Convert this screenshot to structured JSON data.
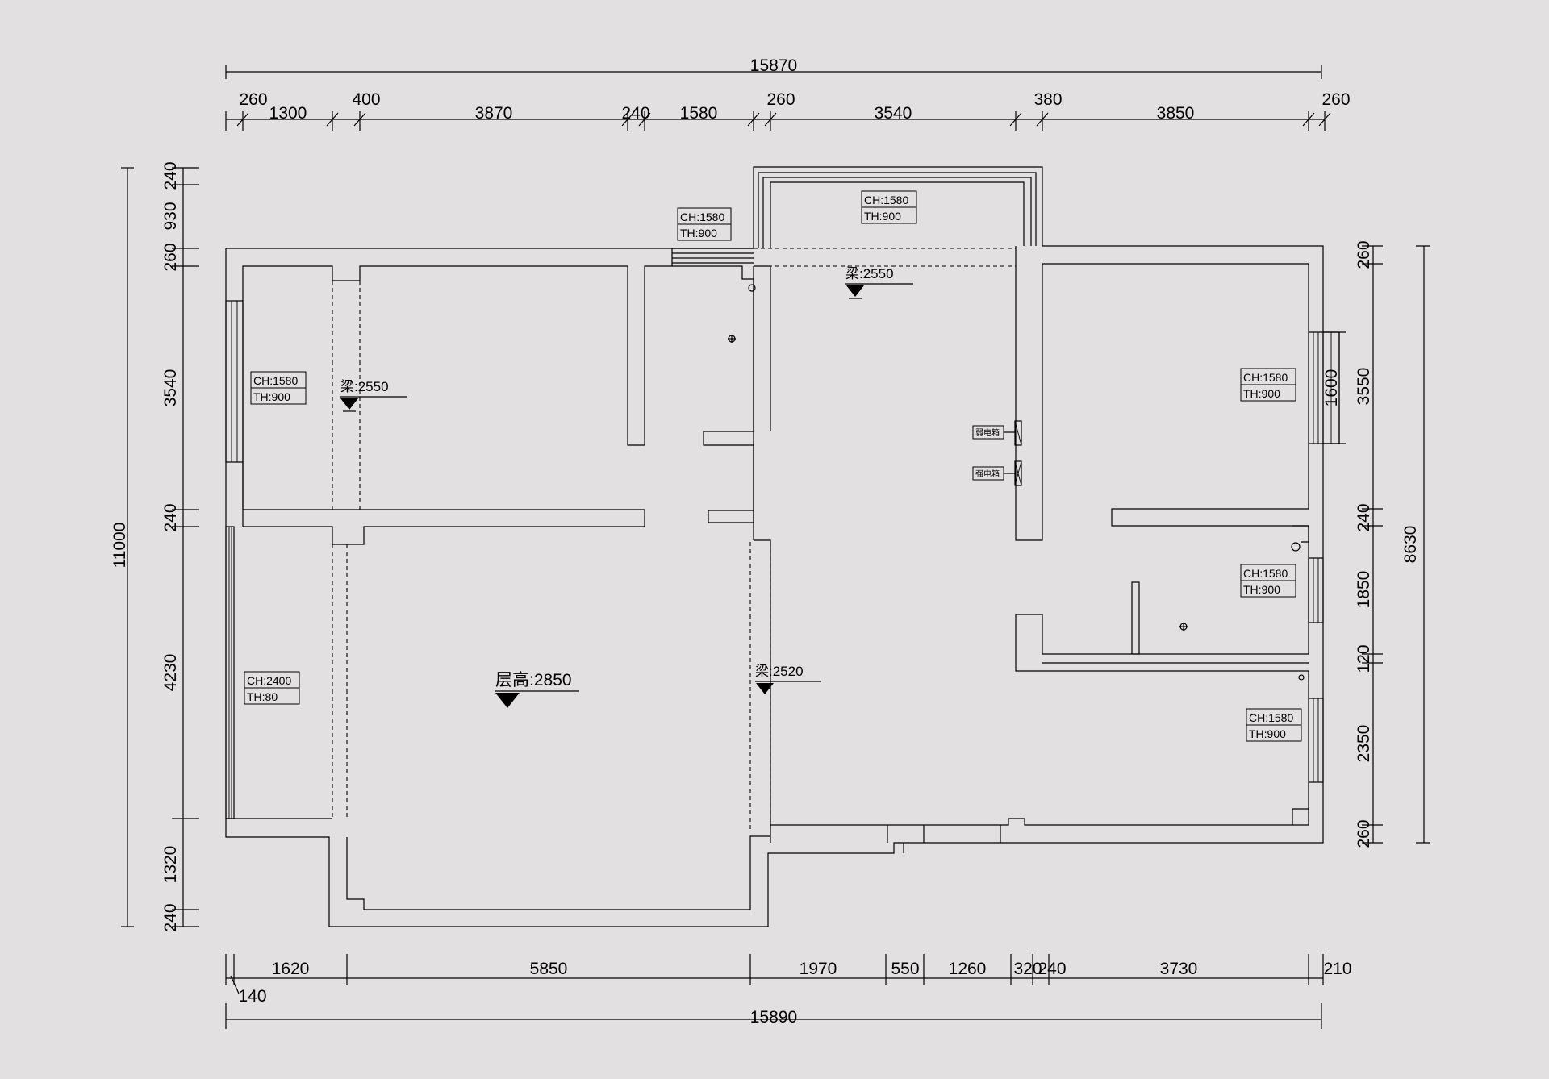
{
  "dims": {
    "top_total": "15870",
    "top": [
      "260",
      "1300",
      "400",
      "3870",
      "240",
      "1580",
      "260",
      "3540",
      "380",
      "3850",
      "260"
    ],
    "bottom_total": "15890",
    "bottom": [
      "1620",
      "5850",
      "1970",
      "550",
      "1260",
      "320",
      "240",
      "3730",
      "210"
    ],
    "bottom_extra": "140",
    "left_total": "11000",
    "left": [
      "240",
      "930",
      "260",
      "3540",
      "240",
      "4230",
      "1320",
      "240"
    ],
    "right_total": "8630",
    "right": [
      "260",
      "3550",
      "240",
      "1850",
      "120",
      "2350",
      "260"
    ],
    "window_right": "1600"
  },
  "windows": [
    {
      "ch": "CH:1580",
      "th": "TH:900"
    },
    {
      "ch": "CH:1580",
      "th": "TH:900"
    },
    {
      "ch": "CH:1580",
      "th": "TH:900"
    },
    {
      "ch": "CH:2400",
      "th": "TH:80"
    },
    {
      "ch": "CH:1580",
      "th": "TH:900"
    },
    {
      "ch": "CH:1580",
      "th": "TH:900"
    },
    {
      "ch": "CH:1580",
      "th": "TH:900"
    }
  ],
  "beams": [
    "梁:2550",
    "梁:2550",
    "梁:2520"
  ],
  "ceiling": "层高:2850",
  "panels": {
    "weak": "弱电箱",
    "strong": "强电箱"
  }
}
